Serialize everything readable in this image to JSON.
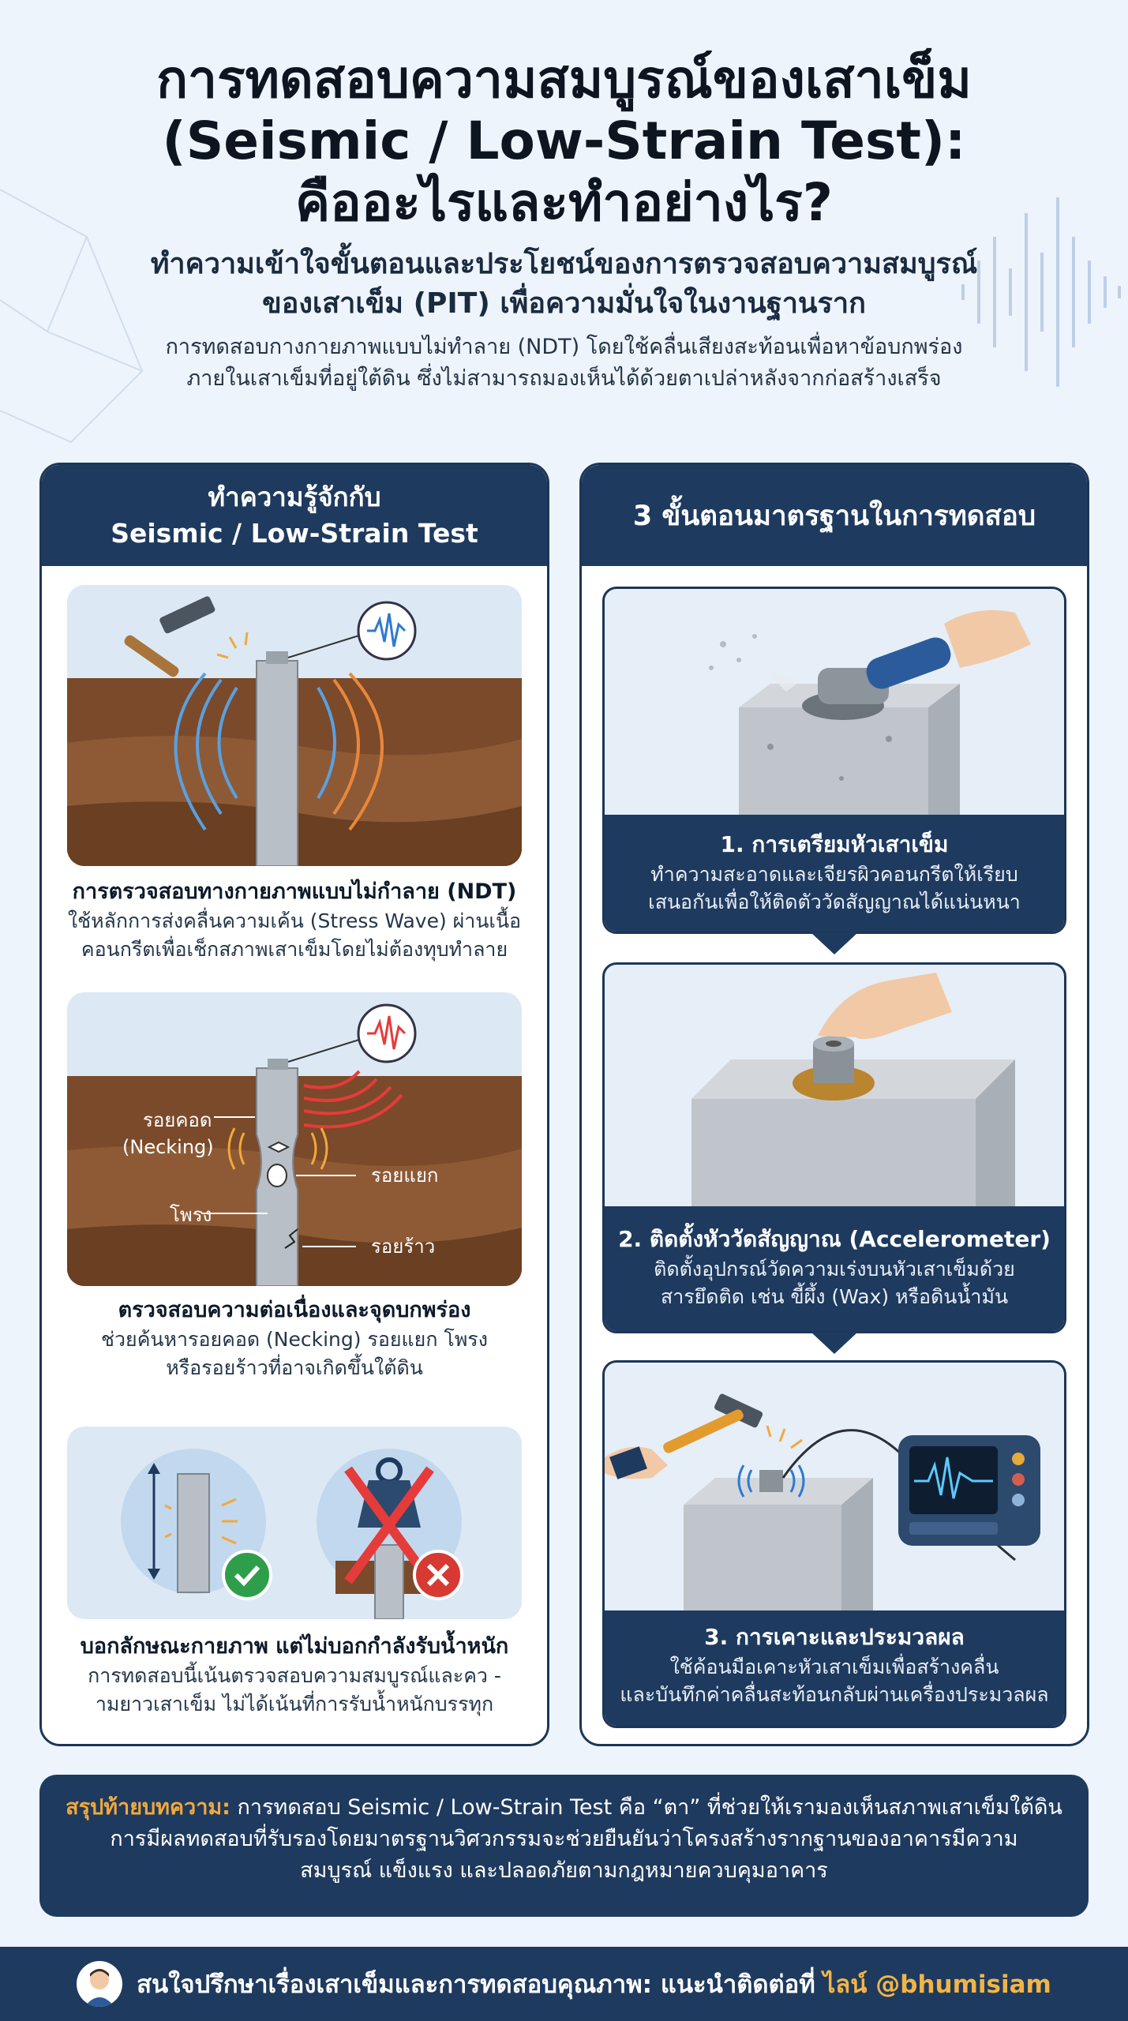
{
  "header": {
    "title_line1": "การทดสอบความสมบูรณ์ของเสาเข็ม",
    "title_line2": "(Seismic / Low-Strain Test):",
    "title_line3": "คืออะไรและทำอย่างไร?",
    "subtitle_line1": "ทำความเข้าใจขั้นตอนและประโยชน์ของการตรวจสอบความสมบูรณ์",
    "subtitle_line2": "ของเสาเข็ม (PIT) เพื่อความมั่นใจในงานฐานราก",
    "intro_line1": "การทดสอบกางกายภาพแบบไม่ทำลาย (NDT) โดยใช้คลื่นเสียงสะท้อนเพื่อหาข้อบกพร่อง",
    "intro_line2": "ภายในเสาเข็มที่อยู่ใต้ดิน ซึ่งไม่สามารถมองเห็นได้ด้วยตาเปล่าหลังจากก่อสร้างเสร็จ"
  },
  "left_panel": {
    "title_line1": "ทำความรู้จักกับ",
    "title_line2": "Seismic / Low-Strain Test",
    "cards": [
      {
        "title": "การตรวจสอบทางกายภาพแบบไม่กำลาย (NDT)",
        "body_line1": "ใช้หลักการส่งคลื่นความเค้น (Stress Wave) ผ่านเนื้อ",
        "body_line2": "คอนกรีตเพื่อเช็กสภาพเสาเข็มโดยไม่ต้องทุบทำลาย"
      },
      {
        "title": "ตรวจสอบความต่อเนื่องและจุดบกพร่อง",
        "body_line1": "ช่วยค้นหารอยคอด (Necking) รอยแยก โพรง",
        "body_line2": "หรือรอยร้าวที่อาจเกิดขึ้นใต้ดิน",
        "labels": {
          "necking_th": "รอยคอด",
          "necking_en": "(Necking)",
          "void": "โพรง",
          "split": "รอยแยก",
          "crack": "รอยร้าว"
        }
      },
      {
        "title": "บอกลักษณะกายภาพ แต่ไม่บอกกำลังรับน้ำหนัก",
        "body_line1": "การทดสอบนี้เน้นตรวจสอบความสมบูรณ์และคว -",
        "body_line2": "ามยาวเสาเข็ม ไม่ได้เน้นที่การรับน้ำหนักบรรทุก"
      }
    ]
  },
  "right_panel": {
    "title": "3 ขั้นตอนมาตรฐานในการทดสอบ",
    "steps": [
      {
        "title": "1. การเตรียมหัวเสาเข็ม",
        "body_line1": "ทำความสะอาดและเจียรผิวคอนกรีตให้เรียบ",
        "body_line2": "เสนอกันเพื่อให้ติดตัววัดสัญญาณได้แน่นหนา"
      },
      {
        "title": "2. ติดตั้งหัววัดสัญญาณ (Accelerometer)",
        "body_line1": "ติดตั้งอุปกรณ์วัดความเร่งบนหัวเสาเข็มด้วย",
        "body_line2": "สารยึดติด เช่น ขี้ผึ้ง (Wax) หรือดินน้ำมัน"
      },
      {
        "title": "3. การเคาะและประมวลผล",
        "body_line1": "ใช้ค้อนมือเคาะหัวเสาเข็มเพื่อสร้างคลื่น",
        "body_line2": "และบันทึกค่าคลื่นสะท้อนกลับผ่านเครื่องประมวลผล"
      }
    ]
  },
  "summary": {
    "label": "สรุปท้ายบทความ:",
    "line1": " การทดสอบ Seismic / Low-Strain Test คือ “ตา” ที่ช่วยให้เรามองเห็นสภาพเสาเข็มใต้ดิน",
    "line2": "การมีผลทดสอบที่รับรองโดยมาตรฐานวิศวกรรมจะช่วยยืนยันว่าโครงสร้างรากฐานของอาคารมีความ",
    "line3": "สมบูรณ์ แข็งแรง และปลอดภัยตามกฎหมายควบคุมอาคาร"
  },
  "footer": {
    "text": "สนใจปรึกษาเรื่องเสาเข็มและการทดสอบคุณภาพ: แนะนำติดต่อที่",
    "line_id": "ไลน์ @bhumisiam"
  },
  "colors": {
    "navy": "#1e3a5f",
    "accent": "#f2a93b",
    "soil": "#7a4a2a",
    "check": "#2e9e4a",
    "cross": "#d63a32"
  }
}
